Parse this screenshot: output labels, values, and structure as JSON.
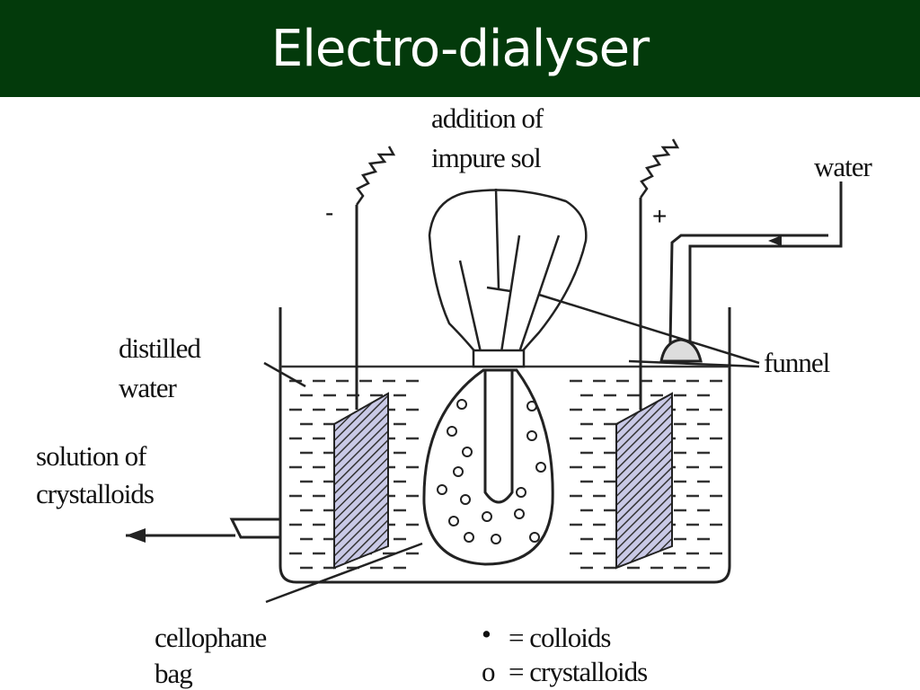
{
  "slide": {
    "title": "Electro-dialyser"
  },
  "labels": {
    "addition_line1": "addition of",
    "addition_line2": "impure sol",
    "water": "water",
    "minus": "-",
    "plus": "+",
    "distilled_line1": "distilled",
    "distilled_line2": "water",
    "funnel": "funnel",
    "solution_line1": "solution of",
    "solution_line2": "crystalloids",
    "cellophane_line1": "cellophane",
    "cellophane_line2": "bag",
    "legend_colloids": "= colloids",
    "legend_crystalloids": "= crystalloids",
    "legend_dot_symbol": "•",
    "legend_circle_symbol": "o"
  },
  "colors": {
    "title_bar": "#033a0b",
    "title_text": "#ffffff",
    "line": "#222222",
    "electrode_fill": "#c9c9e6"
  }
}
